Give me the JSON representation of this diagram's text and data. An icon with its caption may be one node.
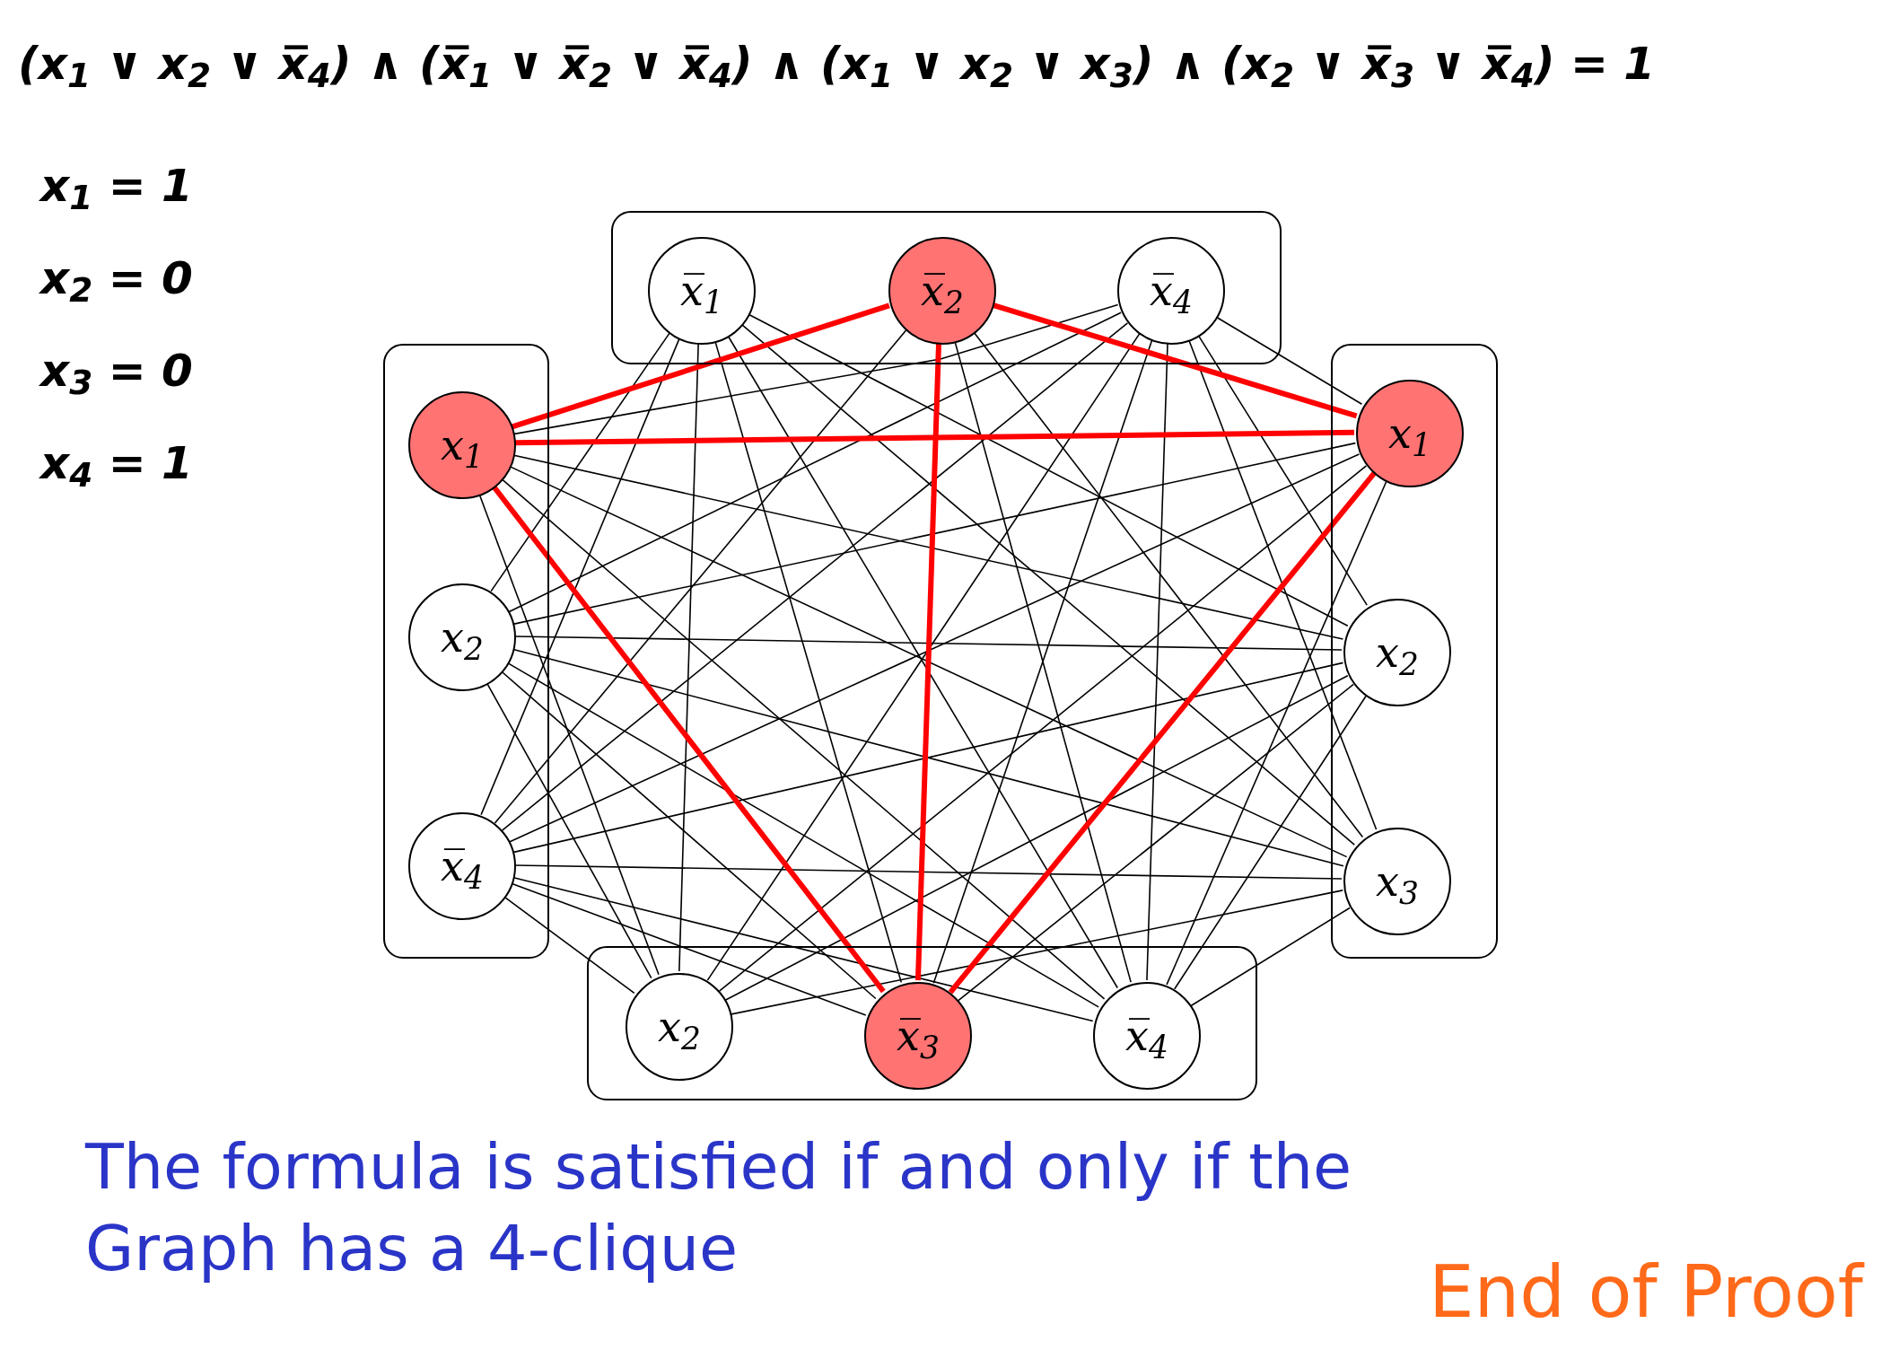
{
  "diagram": {
    "title": "(x$_{1}$ ∨ x$_{2}$ ∨ x̅$_{4}$) ∧ (x̅$_{1}$ ∨ x̅$_{2}$ ∨ x̅$_{4}$) ∧ (x$_{1}$ ∨ x$_{2}$ ∨ x$_{3}$) ∧ (x$_{2}$ ∨ x̅$_{3}$ ∨ x̅$_{4}$) = 1",
    "nodes": [
      {
        "text": [],
        "shape": "box"
      },
      {
        "text": [
          "x̅$_{1}$"
        ],
        "in": 0
      },
      {
        "text": [
          "x̅$_{2}$"
        ],
        "in": 0
      },
      {
        "text": [
          "x̅$_{4}$"
        ],
        "in": 0
      },
      {
        "text": [],
        "shape": "box"
      },
      {
        "text": [
          "x$_{1}$"
        ],
        "in": 4
      },
      {
        "text": [
          "x$_{2}$"
        ],
        "in": 4
      },
      {
        "text": [
          "x̅$_{4}$"
        ],
        "in": 4
      },
      {
        "text": [],
        "shape": "box"
      },
      {
        "text": [
          "x$_{1}$"
        ],
        "in": 8
      },
      {
        "text": [
          "x$_{2}$"
        ],
        "in": 8
      },
      {
        "text": [
          "x$_{3}$"
        ],
        "in": 8
      },
      {
        "text": [],
        "shape": "box"
      },
      {
        "text": [
          "x$_{2}$"
        ],
        "in": 12
      },
      {
        "text": [
          "x̅$_{3}$"
        ],
        "in": 12
      },
      {
        "text": [
          "x̅$_{4}$"
        ],
        "in": 12
      }
    ],
    "edges": [
      {
        "from": 5,
        "to": 2,
        "arrow": "none",
        "style": "thick",
        "color": "#ff0000"
      },
      {
        "from": 5,
        "to": 3,
        "arrow": "none"
      },
      {
        "from": 6,
        "to": 1,
        "arrow": "none"
      },
      {
        "from": 6,
        "to": 3,
        "arrow": "none"
      },
      {
        "from": 7,
        "to": 1,
        "arrow": "none"
      },
      {
        "from": 7,
        "to": 2,
        "arrow": "none"
      },
      {
        "from": 7,
        "to": 3,
        "arrow": "none"
      },
      {
        "from": 5,
        "to": 9,
        "arrow": "none",
        "style": "thick",
        "color": "#ff0000"
      },
      {
        "from": 5,
        "to": 10,
        "arrow": "none"
      },
      {
        "from": 5,
        "to": 11,
        "arrow": "none"
      },
      {
        "from": 6,
        "to": 9,
        "arrow": "none"
      },
      {
        "from": 6,
        "to": 10,
        "arrow": "none"
      },
      {
        "from": 6,
        "to": 11,
        "arrow": "none"
      },
      {
        "from": 7,
        "to": 9,
        "arrow": "none"
      },
      {
        "from": 7,
        "to": 10,
        "arrow": "none"
      },
      {
        "from": 7,
        "to": 11,
        "arrow": "none"
      },
      {
        "from": 5,
        "to": 13,
        "arrow": "none"
      },
      {
        "from": 5,
        "to": 14,
        "arrow": "none",
        "style": "thick",
        "color": "#ff0000"
      },
      {
        "from": 5,
        "to": 15,
        "arrow": "none"
      },
      {
        "from": 6,
        "to": 13,
        "arrow": "none"
      },
      {
        "from": 6,
        "to": 14,
        "arrow": "none"
      },
      {
        "from": 6,
        "to": 15,
        "arrow": "none"
      },
      {
        "from": 7,
        "to": 13,
        "arrow": "none"
      },
      {
        "from": 7,
        "to": 14,
        "arrow": "none"
      },
      {
        "from": 7,
        "to": 15,
        "arrow": "none"
      },
      {
        "from": 1,
        "to": 10,
        "arrow": "none"
      },
      {
        "from": 1,
        "to": 11,
        "arrow": "none"
      },
      {
        "from": 2,
        "to": 9,
        "arrow": "none",
        "style": "thick",
        "color": "#ff0000"
      },
      {
        "from": 2,
        "to": 11,
        "arrow": "none"
      },
      {
        "from": 3,
        "to": 9,
        "arrow": "none"
      },
      {
        "from": 3,
        "to": 10,
        "arrow": "none"
      },
      {
        "from": 3,
        "to": 11,
        "arrow": "none"
      },
      {
        "from": 1,
        "to": 13,
        "arrow": "none"
      },
      {
        "from": 1,
        "to": 14,
        "arrow": "none"
      },
      {
        "from": 1,
        "to": 15,
        "arrow": "none"
      },
      {
        "from": 2,
        "to": 14,
        "arrow": "none",
        "style": "thick",
        "color": "#ff0000"
      },
      {
        "from": 2,
        "to": 15,
        "arrow": "none"
      },
      {
        "from": 3,
        "to": 13,
        "arrow": "none"
      },
      {
        "from": 3,
        "to": 14,
        "arrow": "none"
      },
      {
        "from": 3,
        "to": 15,
        "arrow": "none"
      },
      {
        "from": 9,
        "to": 13,
        "arrow": "none"
      },
      {
        "from": 9,
        "to": 14,
        "arrow": "none",
        "style": "thick",
        "color": "#ff0000"
      },
      {
        "from": 9,
        "to": 15,
        "arrow": "none"
      },
      {
        "from": 10,
        "to": 13,
        "arrow": "none"
      },
      {
        "from": 10,
        "to": 14,
        "arrow": "none"
      },
      {
        "from": 10,
        "to": 15,
        "arrow": "none"
      },
      {
        "from": 11,
        "to": 13,
        "arrow": "none"
      },
      {
        "from": 11,
        "to": 15,
        "arrow": "none"
      }
    ],
    "labels": [
      "x$_{1}$ = 1",
      "x$_{2}$ = 0",
      "x$_{3}$ = 0",
      "x$_{4}$ = 1",
      "The formula is satisfied if and only if the Graph has a 4-clique",
      "End of Proof"
    ]
  }
}
